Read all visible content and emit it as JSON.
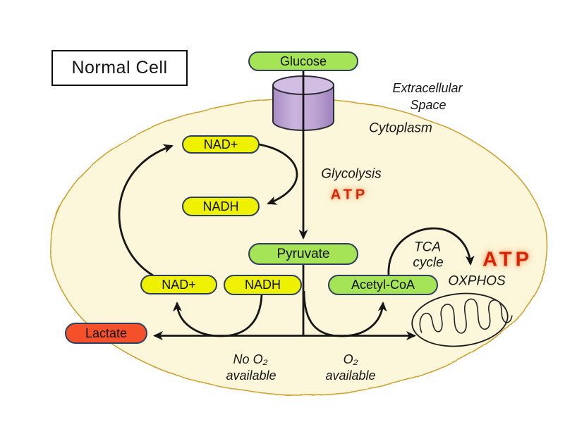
{
  "colors": {
    "pill-green": "#a6e457",
    "pill-yellow": "#eef201",
    "pill-red": "#f4502a",
    "pill-border": "#2e3f5e",
    "cell-fill": "#fcf7da",
    "membrane": "#cda232",
    "atp-red": "#d92104",
    "atp-glow": "#fcb98a",
    "ink": "#161616"
  },
  "title": {
    "label": "Normal Cell"
  },
  "regions": {
    "extracellular_1": "Extracellular",
    "extracellular_2": "Space",
    "cytoplasm": "Cytoplasm"
  },
  "nodes": {
    "glucose": "Glucose",
    "pyruvate": "Pyruvate",
    "acetyl_coa": "Acetyl-CoA",
    "lactate": "Lactate",
    "nad_upper": "NAD+",
    "nadh_upper": "NADH",
    "nad_lower": "NAD+",
    "nadh_lower": "NADH"
  },
  "labels": {
    "glycolysis": "Glycolysis",
    "atp_glycolysis": "ATP",
    "tca_1": "TCA",
    "tca_2": "cycle",
    "atp_oxphos": "ATP",
    "oxphos": "OXPHOS",
    "no_o2_1": "No O₂",
    "no_o2_2": "available",
    "o2_1": "O₂",
    "o2_2": "available"
  }
}
